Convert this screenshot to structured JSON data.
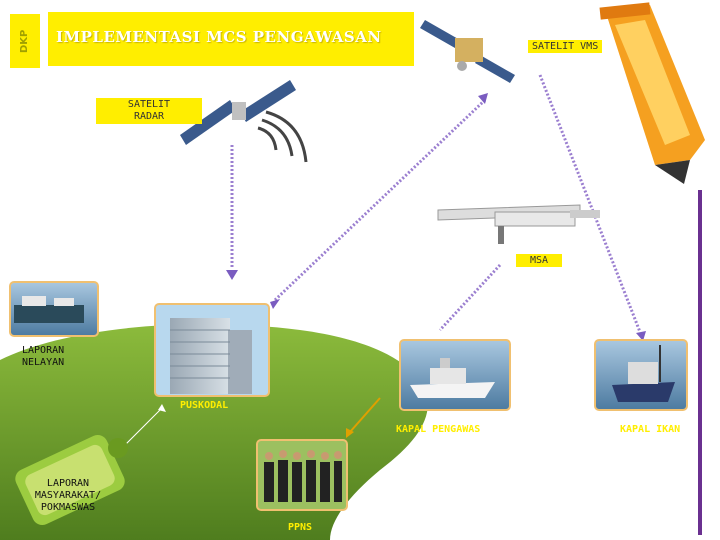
{
  "title": "IMPLEMENTASI MCS PENGAWASAN",
  "logo_text": "DKP",
  "nodes": {
    "satelit_vms": "SATELIT VMS",
    "satelit_radar_line1": "SATELIT",
    "satelit_radar_line2": "RADAR",
    "msa": "MSA",
    "laporan_nelayan_line1": "LAPORAN",
    "laporan_nelayan_line2": "NELAYAN",
    "puskodal": "PUSKODAL",
    "kapal_pengawas": "KAPAL PENGAWAS",
    "kapal_ikan": "KAPAL IKAN",
    "laporan_masyarakat_line1": "LAPORAN",
    "laporan_masyarakat_line2": "MASYARAKAT/",
    "laporan_masyarakat_line3": "POKMASWAS",
    "ppns": "PPNS"
  },
  "colors": {
    "title_bg": "#ffee00",
    "ground": "#6e9e2e",
    "connector": "#9b7fd0",
    "photo_border": "#f0c070"
  }
}
